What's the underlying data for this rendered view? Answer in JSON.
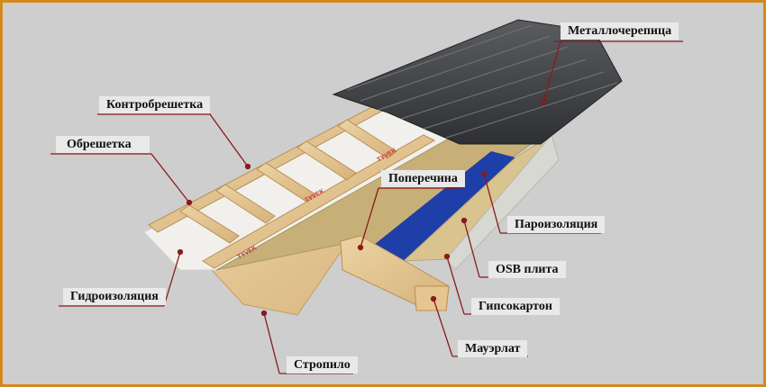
{
  "title": "Roof layers diagram",
  "colors": {
    "border": "#d4891e",
    "leader": "#8b1a1a",
    "background": "#cecece"
  },
  "labels": {
    "metal_tile": "Металлочерепица",
    "counter_batten": "Контробрешетка",
    "batten": "Обрешетка",
    "crossbar": "Поперечина",
    "vapor_barrier": "Пароизоляция",
    "osb": "OSB плита",
    "drywall": "Гипсокартон",
    "mauerlat": "Мауэрлат",
    "waterproofing": "Гидроизоляция",
    "rafter": "Стропило"
  },
  "membrane_print": "TYVEK"
}
